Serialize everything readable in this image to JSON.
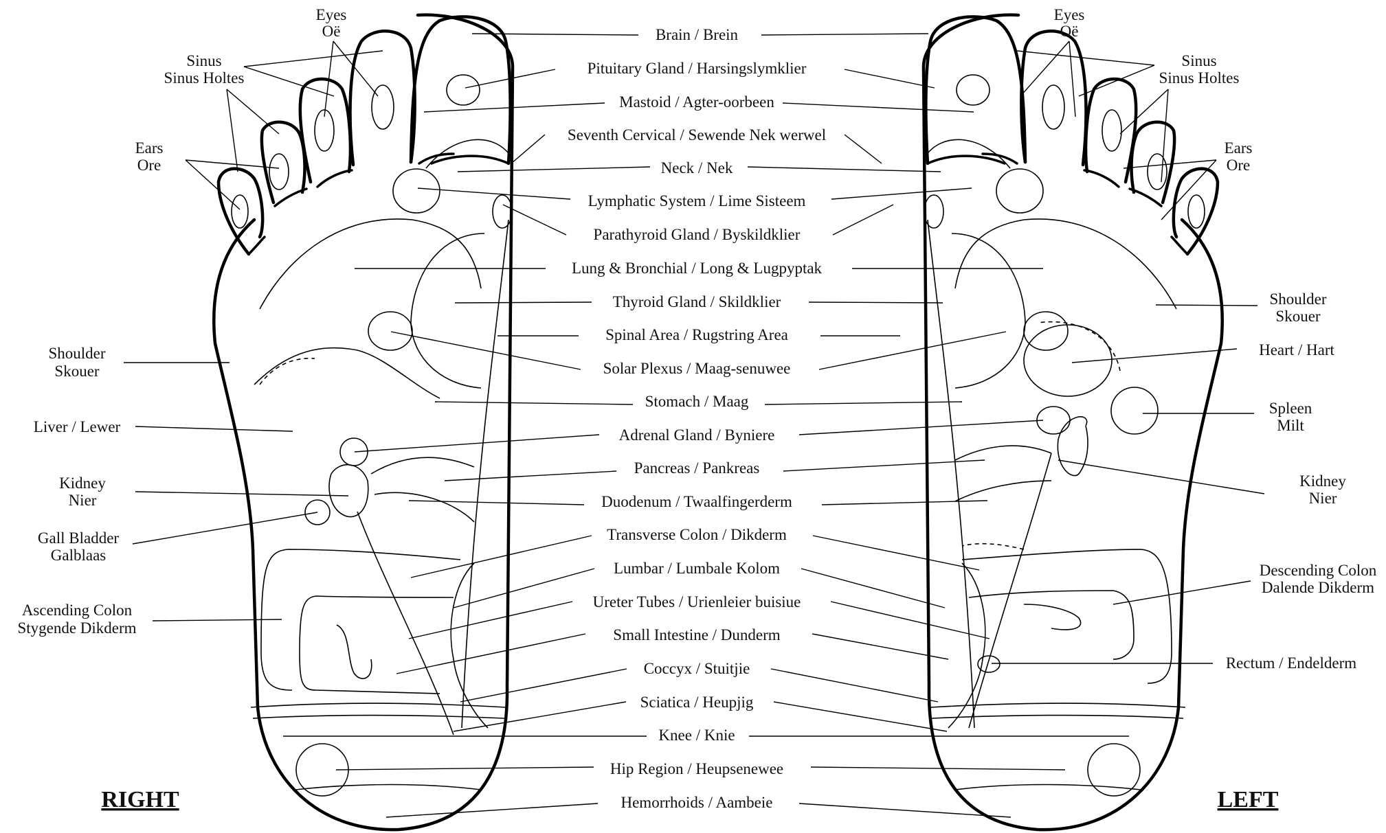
{
  "sides": {
    "right": "RIGHT",
    "left": "LEFT"
  },
  "center_labels": [
    "Brain / Brein",
    "Pituitary Gland / Harsingslymklier",
    "Mastoid / Agter-oorbeen",
    "Seventh Cervical / Sewende Nek werwel",
    "Neck / Nek",
    "Lymphatic System / Lime Sisteem",
    "Parathyroid Gland / Byskildklier",
    "Lung & Bronchial / Long & Lugpyptak",
    "Thyroid Gland / Skildklier",
    "Spinal Area / Rugstring Area",
    "Solar Plexus / Maag-senuwee",
    "Stomach / Maag",
    "Adrenal Gland / Byniere",
    "Pancreas / Pankreas",
    "Duodenum / Twaalfingerderm",
    "Transverse Colon / Dikderm",
    "Lumbar / Lumbale Kolom",
    "Ureter Tubes / Urienleier buisiue",
    "Small Intestine / Dunderm",
    "Coccyx / Stuitjie",
    "Sciatica / Heupjig",
    "Knee / Knie",
    "Hip Region / Heupsenewee",
    "Hemorrhoids / Aambeie"
  ],
  "right_foot_labels": {
    "eyes": [
      "Eyes",
      "Oë"
    ],
    "sinus": [
      "Sinus",
      "Sinus Holtes"
    ],
    "ears": [
      "Ears",
      "Ore"
    ],
    "shoulder": [
      "Shoulder",
      "Skouer"
    ],
    "liver": [
      "Liver / Lewer"
    ],
    "kidney": [
      "Kidney",
      "Nier"
    ],
    "gall_bladder": [
      "Gall Bladder",
      "Galblaas"
    ],
    "ascending_colon": [
      "Ascending Colon",
      "Stygende Dikderm"
    ]
  },
  "left_foot_labels": {
    "eyes": [
      "Eyes",
      "Oë"
    ],
    "sinus": [
      "Sinus",
      "Sinus Holtes"
    ],
    "ears": [
      "Ears",
      "Ore"
    ],
    "shoulder": [
      "Shoulder",
      "Skouer"
    ],
    "heart": [
      "Heart / Hart"
    ],
    "spleen": [
      "Spleen",
      "Milt"
    ],
    "kidney": [
      "Kidney",
      "Nier"
    ],
    "descending_colon": [
      "Descending Colon",
      "Dalende Dikderm"
    ],
    "rectum": [
      "Rectum / Endelderm"
    ]
  }
}
